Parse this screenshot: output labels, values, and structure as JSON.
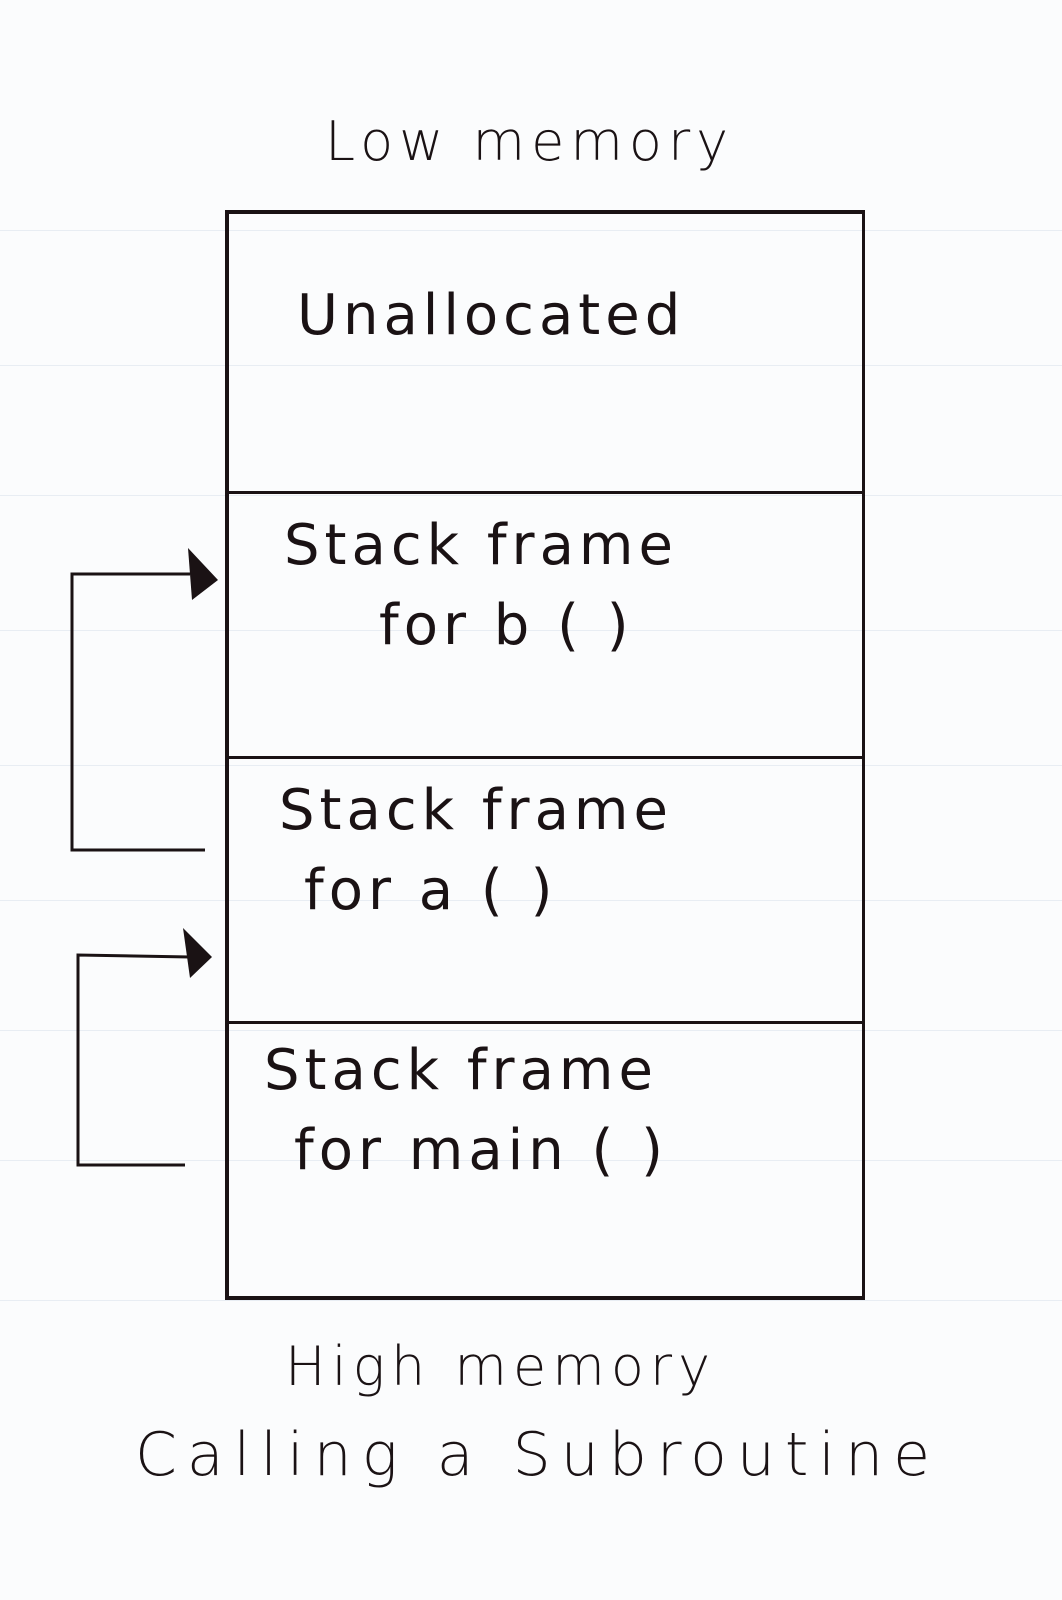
{
  "diagram": {
    "title": "Calling a Subroutine",
    "top_label": "Low memory",
    "bottom_label": "High memory",
    "regions": [
      {
        "id": "unallocated",
        "line1": "Unallocated",
        "line2": ""
      },
      {
        "id": "frame-b",
        "line1": "Stack frame",
        "line2": "for b ( )"
      },
      {
        "id": "frame-a",
        "line1": "Stack frame",
        "line2": "for a ( )"
      },
      {
        "id": "frame-main",
        "line1": "Stack frame",
        "line2": "for main ( )"
      }
    ],
    "arrows": [
      {
        "from": "frame-a",
        "to": "frame-b",
        "meaning": "a() calls b()"
      },
      {
        "from": "frame-main",
        "to": "frame-a",
        "meaning": "main() calls a()"
      }
    ],
    "colors": {
      "ink": "#1a1214",
      "paper": "#fbfcfd"
    }
  }
}
